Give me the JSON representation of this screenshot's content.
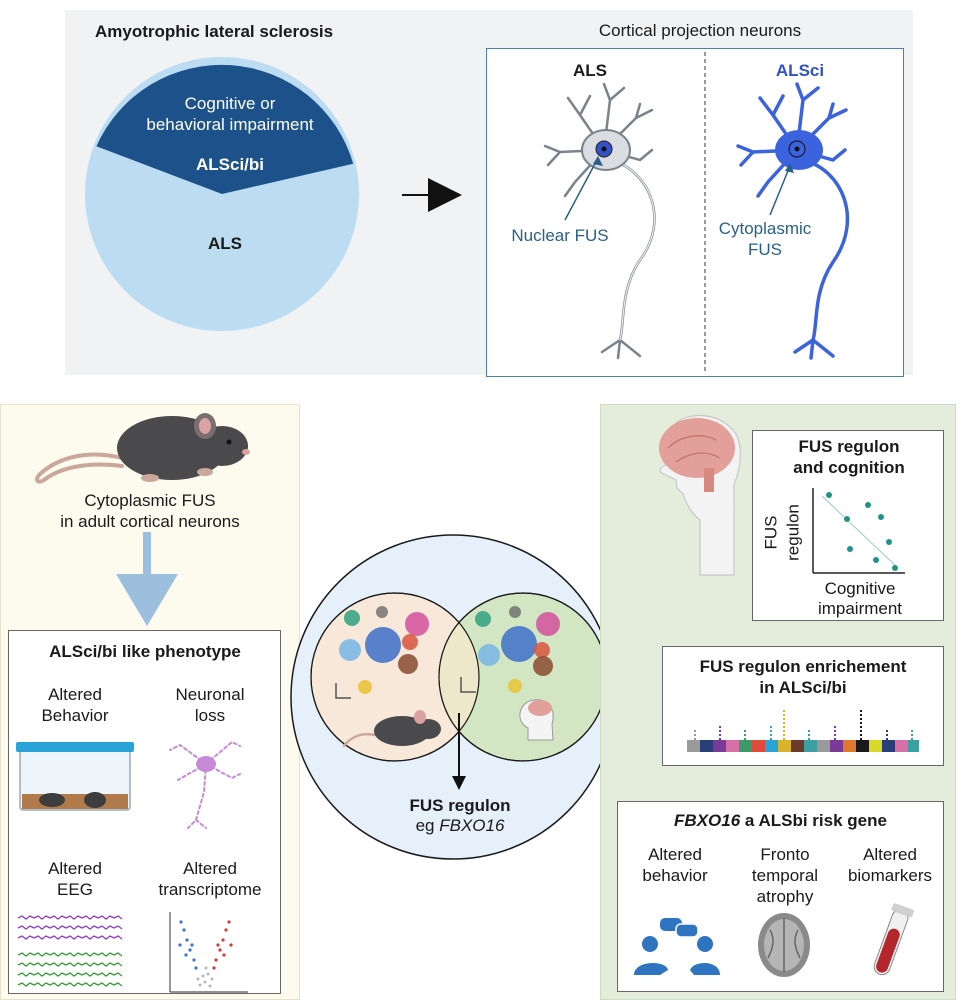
{
  "top": {
    "title": "Amyotrophic lateral sclerosis",
    "pie": {
      "slice_label_line1": "Cognitive or",
      "slice_label_line2": "behavioral impairment",
      "slice_name": "ALSci/bi",
      "rest_name": "ALS",
      "colors": {
        "impairment": "#1c5289",
        "als": "#bcdcf2"
      }
    },
    "cortical": {
      "title": "Cortical projection neurons",
      "left_heading": "ALS",
      "right_heading": "ALSci",
      "left_label": "Nuclear FUS",
      "right_label_line1": "Cytoplasmic",
      "right_label_line2": "FUS"
    }
  },
  "left_panel": {
    "mouse_caption_line1": "Cytoplasmic FUS",
    "mouse_caption_line2": "in adult cortical neurons",
    "phenotype_title": "ALSci/bi like phenotype",
    "items": {
      "behavior_line1": "Altered",
      "behavior_line2": "Behavior",
      "neuronal_line1": "Neuronal",
      "neuronal_line2": "loss",
      "eeg_line1": "Altered",
      "eeg_line2": "EEG",
      "transcriptome_line1": "Altered",
      "transcriptome_line2": "transcriptome"
    }
  },
  "center": {
    "label": "FUS regulon",
    "example_prefix": "eg",
    "example_gene": "FBXO16"
  },
  "right_panel": {
    "cognition_title_line1": "FUS regulon",
    "cognition_title_line2": "and cognition",
    "y_label_line1": "FUS",
    "y_label_line2": "regulon",
    "x_label_line1": "Cognitive",
    "x_label_line2": "impairment",
    "enrichment_title_line1": "FUS regulon enrichement",
    "enrichment_title_line2": "in ALSci/bi",
    "risk_title_gene": "FBXO16",
    "risk_title_rest": " a ALSbi risk gene",
    "risk_items": {
      "behavior_line1": "Altered",
      "behavior_line2": "behavior",
      "atrophy_line1": "Fronto",
      "atrophy_line2": "temporal",
      "atrophy_line3": "atrophy",
      "biomarkers_line1": "Altered",
      "biomarkers_line2": "biomarkers"
    }
  }
}
